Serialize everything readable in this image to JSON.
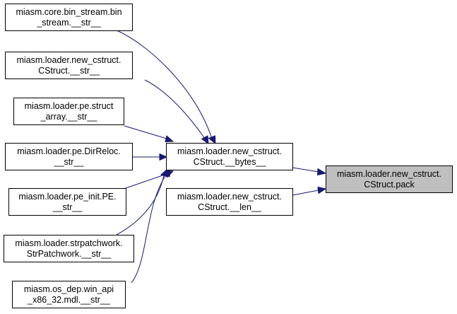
{
  "graph": {
    "colors": {
      "edge": "#191970",
      "node_border": "#000000",
      "node_fill": "#ffffff",
      "highlight_fill": "#bfbfbf"
    },
    "nodes": {
      "bin_stream_str": [
        "miasm.core.bin_stream.bin",
        "_stream.__str__"
      ],
      "new_cstruct_str": [
        "miasm.loader.new_cstruct.",
        "CStruct.__str__"
      ],
      "pe_struct_array_str": [
        "miasm.loader.pe.struct",
        "_array.__str__"
      ],
      "pe_dirreloc_str": [
        "miasm.loader.pe.DirReloc.",
        "__str__"
      ],
      "pe_init_str": [
        "miasm.loader.pe_init.PE.",
        "__str__"
      ],
      "strpatchwork_str": [
        "miasm.loader.strpatchwork.",
        "StrPatchwork.__str__"
      ],
      "win_api_mdl_str": [
        "miasm.os_dep.win_api",
        "_x86_32.mdl.__str__"
      ],
      "cstruct_bytes": [
        "miasm.loader.new_cstruct.",
        "CStruct.__bytes__"
      ],
      "cstruct_len": [
        "miasm.loader.new_cstruct.",
        "CStruct.__len__"
      ],
      "cstruct_pack": [
        "miasm.loader.new_cstruct.",
        "CStruct.pack"
      ]
    },
    "edges": [
      {
        "from": "bin_stream_str",
        "to": "cstruct_bytes"
      },
      {
        "from": "new_cstruct_str",
        "to": "cstruct_bytes"
      },
      {
        "from": "pe_struct_array_str",
        "to": "cstruct_bytes"
      },
      {
        "from": "pe_dirreloc_str",
        "to": "cstruct_bytes"
      },
      {
        "from": "pe_init_str",
        "to": "cstruct_bytes"
      },
      {
        "from": "strpatchwork_str",
        "to": "cstruct_bytes"
      },
      {
        "from": "win_api_mdl_str",
        "to": "cstruct_bytes"
      },
      {
        "from": "cstruct_bytes",
        "to": "cstruct_pack"
      },
      {
        "from": "cstruct_len",
        "to": "cstruct_pack"
      }
    ]
  }
}
